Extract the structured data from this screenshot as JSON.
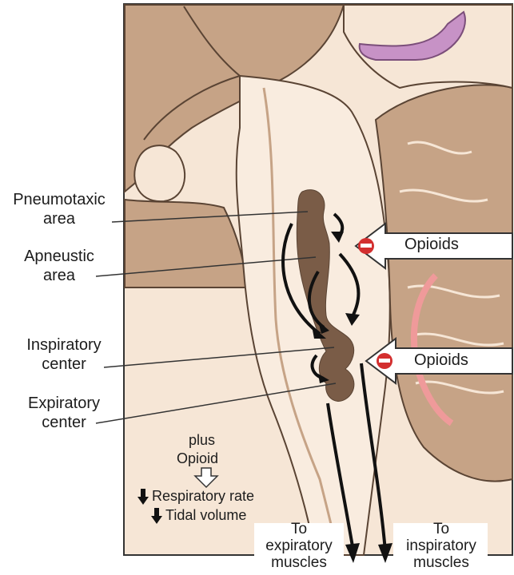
{
  "labels": {
    "pneumotaxic": [
      "Pneumotaxic",
      "area"
    ],
    "apneustic": [
      "Apneustic",
      "area"
    ],
    "inspiratory": [
      "Inspiratory",
      "center"
    ],
    "expiratory": [
      "Expiratory",
      "center"
    ]
  },
  "opioids": [
    "Opioids",
    "Opioids"
  ],
  "effect": {
    "plus": "plus",
    "opioid": "Opioid",
    "rate": "Respiratory rate",
    "tidal": "Tidal volume"
  },
  "outputs": {
    "expiratory": [
      "To",
      "expiratory",
      "muscles"
    ],
    "inspiratory": [
      "To",
      "inspiratory",
      "muscles"
    ]
  },
  "colors": {
    "brainstem_dark": "#7a5c47",
    "tissue_tan": "#c6a386",
    "tissue_light": "#f6e6d6",
    "inhibit_red": "#d32f2f",
    "ventricle_purple": "#c792c6",
    "vessel_pink": "#ef9a9a"
  }
}
